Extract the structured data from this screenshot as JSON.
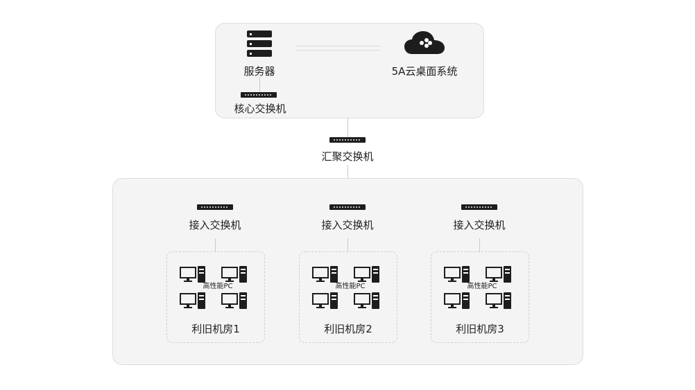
{
  "top": {
    "server_label": "服务器",
    "cloud_label": "5A云桌面系统",
    "core_switch_label": "核心交换机"
  },
  "aggregation": {
    "label": "汇聚交换机"
  },
  "access": [
    {
      "switch_label": "接入交换机",
      "pc_label": "高性能PC",
      "room_label": "利旧机房1"
    },
    {
      "switch_label": "接入交换机",
      "pc_label": "高性能PC",
      "room_label": "利旧机房2"
    },
    {
      "switch_label": "接入交换机",
      "pc_label": "高性能PC",
      "room_label": "利旧机房3"
    }
  ]
}
